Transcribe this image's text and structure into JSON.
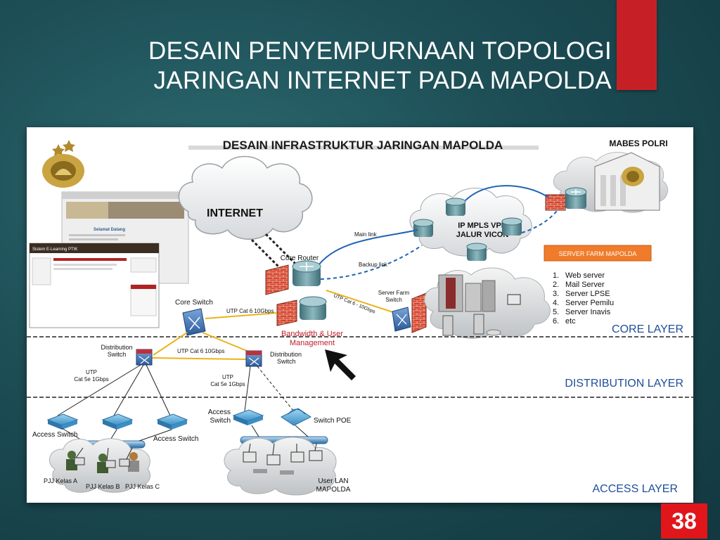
{
  "slide": {
    "title_line1": "DESAIN PENYEMPURNAAN TOPOLOGI",
    "title_line2": "JARINGAN INTERNET PADA MAPOLDA",
    "page_number": "38"
  },
  "diagram": {
    "header": "DESAIN INFRASTRUKTUR JARINGAN MAPOLDA",
    "mabes": "MABES POLRI",
    "internet": "INTERNET",
    "mpls_line1": "IP MPLS VPN",
    "mpls_line2": "JALUR VICON",
    "main_link": "Main link",
    "backup_link": "Backup link",
    "core_router": "Core Router",
    "core_switch": "Core Switch",
    "utp_core": "UTP Cat 6 10Gbps",
    "utp_dist": "UTP Cat 6 10Gbps",
    "utp_farm": "UTP Cat 6 - 10Gbps",
    "server_farm_switch_1": "Server Farm",
    "server_farm_switch_2": "Switch",
    "server_farm_title": "SERVER FARM MAPOLDA",
    "servers": [
      "Web server",
      "Mail Server",
      "Server LPSE",
      "Server Pemilu",
      "Server Inavis",
      "etc"
    ],
    "bandwidth_1": "Bandwidth & User",
    "bandwidth_2": "Management",
    "dist_switch_left_1": "Distribution",
    "dist_switch_left_2": "Switch",
    "dist_switch_right_1": "Distribution",
    "dist_switch_right_2": "Switch",
    "utp_left_1": "UTP",
    "utp_left_2": "Cat 5e 1Gbps",
    "utp_right_1": "UTP",
    "utp_right_2": "Cat 5e 1Gbps",
    "access_switch_1": "Access Switch",
    "access_switch_2": "Access Switch",
    "access_switch_3_1": "Access",
    "access_switch_3_2": "Switch",
    "switch_poe": "Switch POE",
    "user_lan_1": "User LAN",
    "user_lan_2": "MAPOLDA",
    "pjj_a": "PJJ Kelas A",
    "pjj_b": "PJJ Kelas B",
    "pjj_c": "PJJ Kelas C",
    "core_layer": "CORE LAYER",
    "distribution_layer": "DISTRIBUTION LAYER",
    "access_layer": "ACCESS LAYER",
    "web1_title": "Selamat Datang",
    "web2_title": "Sistem E-Learning PTIK",
    "colors": {
      "layer_blue": "#1f4e9a",
      "red_brick": "#d9402b",
      "orange_box": "#f07b2a",
      "router_teal": "#4e8e98"
    }
  }
}
